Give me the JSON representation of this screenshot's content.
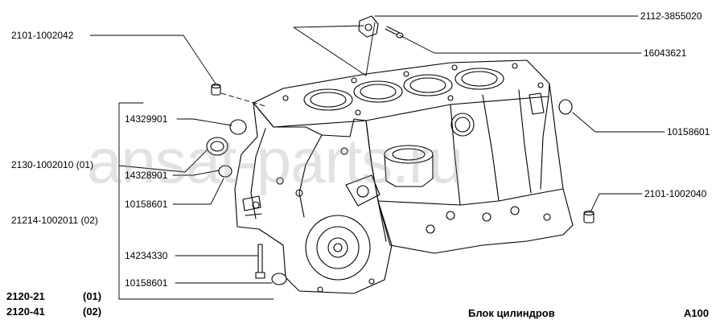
{
  "labels": {
    "p_2101_1002042": "2101-1002042",
    "p_2112_3855020": "2112-3855020",
    "p_16043621": "16043621",
    "p_14329901": "14329901",
    "p_10158601_right": "10158601",
    "p_2130_1002010": "2130-1002010 (01)",
    "p_14328901": "14328901",
    "p_10158601_a": "10158601",
    "p_2101_1002040": "2101-1002040",
    "p_21214_1002011": "21214-1002011 (02)",
    "p_14234330": "14234330",
    "p_10158601_b": "10158601"
  },
  "footer": {
    "model_1": "2120-21",
    "variant_1": "(01)",
    "model_2": "2120-41",
    "variant_2": "(02)",
    "caption": "Блок цилиндров",
    "code": "A100"
  },
  "watermark": "ansat-parts.ru"
}
